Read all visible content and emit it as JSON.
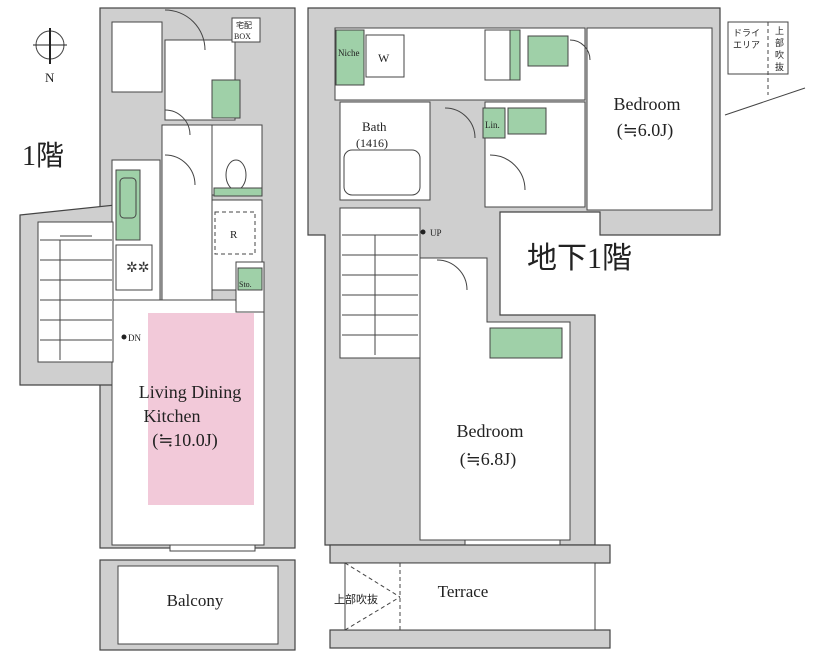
{
  "floors": {
    "first": "1階",
    "basement": "地下1階"
  },
  "compass": {
    "north": "N"
  },
  "first_floor": {
    "delivery_box": [
      "宅配",
      "BOX"
    ],
    "refrigerator": "R",
    "storage": "Sto.",
    "stairs_down": "DN",
    "ldk": {
      "name_line1": "Living Dining",
      "name_line2": "Kitchen",
      "size": "(≒10.0J)"
    },
    "balcony": "Balcony"
  },
  "basement": {
    "niche": "Niche",
    "washer": "W",
    "bath": {
      "name": "Bath",
      "size": "(1416)"
    },
    "linen": "Lin.",
    "stairs_up": "UP",
    "bedroom_a": {
      "name": "Bedroom",
      "size": "(≒6.0J)"
    },
    "bedroom_b": {
      "name": "Bedroom",
      "size": "(≒6.8J)"
    },
    "terrace": "Terrace",
    "dry_area": [
      "ドライ",
      "エリア"
    ],
    "void_upper_right": [
      "上",
      "部",
      "吹",
      "抜"
    ],
    "void_terrace": "上部吹抜"
  },
  "colors": {
    "wall": "#cfcfcf",
    "ldk_fill": "#f2c9d9",
    "fixture": "#9fd0a8"
  }
}
